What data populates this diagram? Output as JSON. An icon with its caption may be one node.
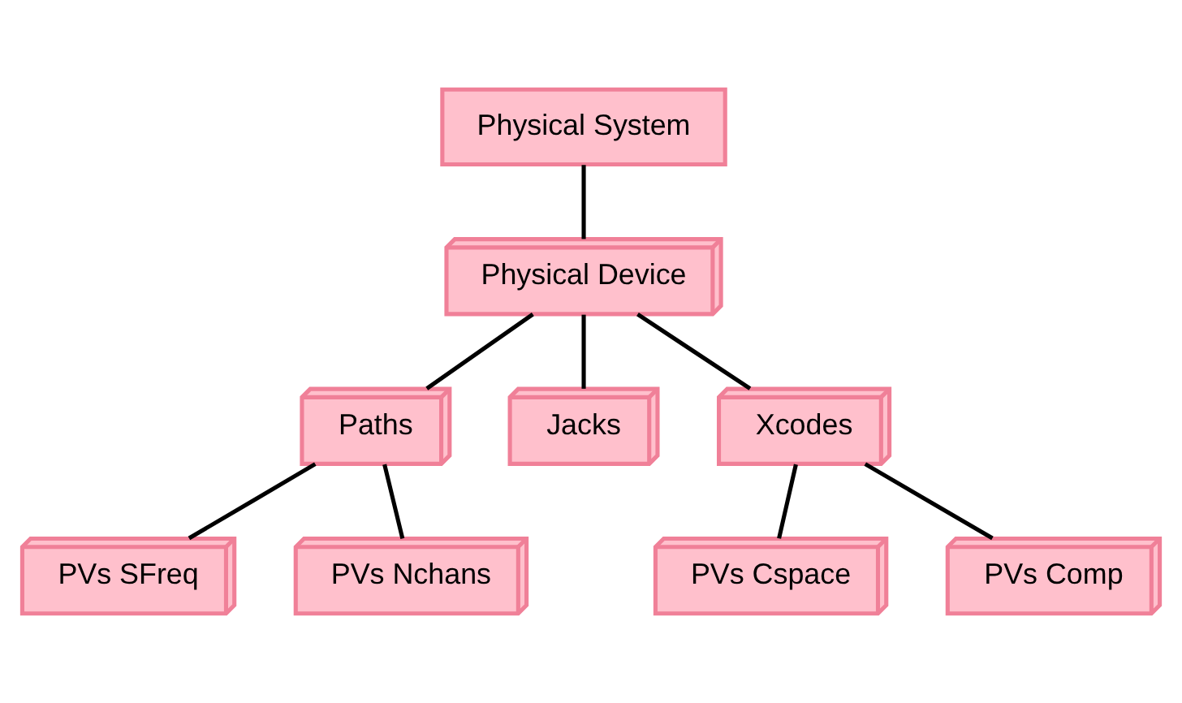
{
  "diagram": {
    "nodes": [
      {
        "text": [
          "Physical System"
        ]
      },
      {
        "text": [
          "Physical Device"
        ]
      },
      {
        "text": [
          "Paths"
        ]
      },
      {
        "text": [
          "Jacks"
        ]
      },
      {
        "text": [
          "Xcodes"
        ]
      },
      {
        "text": [
          "PVs SFreq"
        ]
      },
      {
        "text": [
          "PVs Nchans"
        ]
      },
      {
        "text": [
          "PVs Cspace"
        ]
      },
      {
        "text": [
          "PVs Comp"
        ]
      }
    ],
    "edges": [
      {
        "from": 0,
        "to": 1,
        "arrow": "none"
      },
      {
        "from": 1,
        "to": 2,
        "arrow": "none"
      },
      {
        "from": 1,
        "to": 3,
        "arrow": "none"
      },
      {
        "from": 1,
        "to": 4,
        "arrow": "none"
      },
      {
        "from": 2,
        "to": 5,
        "arrow": "none"
      },
      {
        "from": 2,
        "to": 6,
        "arrow": "none"
      },
      {
        "from": 4,
        "to": 7,
        "arrow": "none"
      },
      {
        "from": 4,
        "to": 8,
        "arrow": "none"
      }
    ]
  }
}
